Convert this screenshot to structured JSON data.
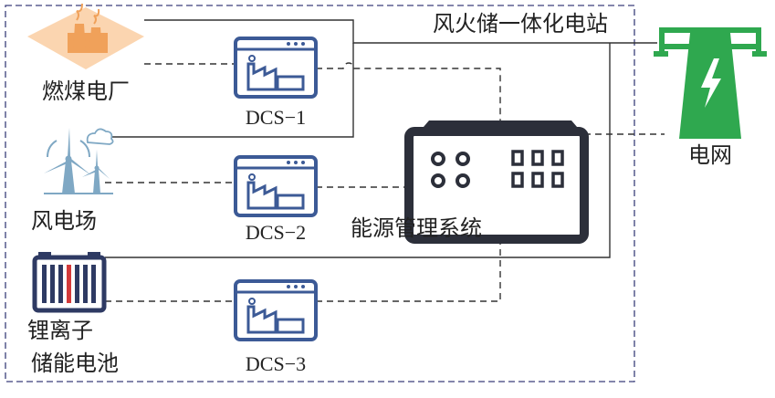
{
  "station": {
    "title": "风火储一体化电站"
  },
  "nodes": {
    "coal_plant": "燃煤电厂",
    "wind_farm": "风电场",
    "battery_line1": "锂离子",
    "battery_line2": "储能电池",
    "dcs1": "DCS−1",
    "dcs2": "DCS−2",
    "dcs3": "DCS−3",
    "ems": "能源管理系统",
    "grid": "电网"
  },
  "colors": {
    "boundary": "#3a3f7a",
    "dcs_blue": "#3c5a96",
    "coal_orange": "#f0a15a",
    "coal_bg": "#fbd5b0",
    "wind_blue": "#7fa8c4",
    "battery_navy": "#2e3a63",
    "battery_red": "#d43a3a",
    "grid_green": "#2fa84f",
    "ems_dark": "#2c2f3a",
    "line": "#333333"
  }
}
